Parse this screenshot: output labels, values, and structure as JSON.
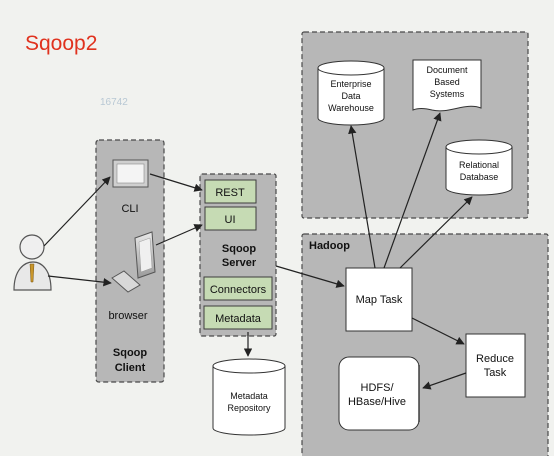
{
  "title": "Sqoop2",
  "watermark": "16742",
  "client": {
    "cli_label": "CLI",
    "browser_label": "browser",
    "group_label": [
      "Sqoop",
      "Client"
    ]
  },
  "server": {
    "rest": "REST",
    "ui": "UI",
    "group_label": [
      "Sqoop",
      "Server"
    ],
    "connectors": "Connectors",
    "metadata": "Metadata"
  },
  "metadata_repository": [
    "Metadata",
    "Repository"
  ],
  "external": {
    "enterprise_dw": [
      "Enterprise",
      "Data",
      "Warehouse"
    ],
    "document_systems": [
      "Document",
      "Based",
      "Systems"
    ],
    "relational_db": [
      "Relational",
      "Database"
    ]
  },
  "hadoop": {
    "label": "Hadoop",
    "map_task": "Map Task",
    "reduce_task": [
      "Reduce",
      "Task"
    ],
    "hdfs": [
      "HDFS/",
      "HBase/Hive"
    ]
  },
  "colors": {
    "title": "#e0321e",
    "group_fill": "#b7b7b7",
    "component_fill": "#c6dbb4",
    "background": "#f1f2ef"
  }
}
